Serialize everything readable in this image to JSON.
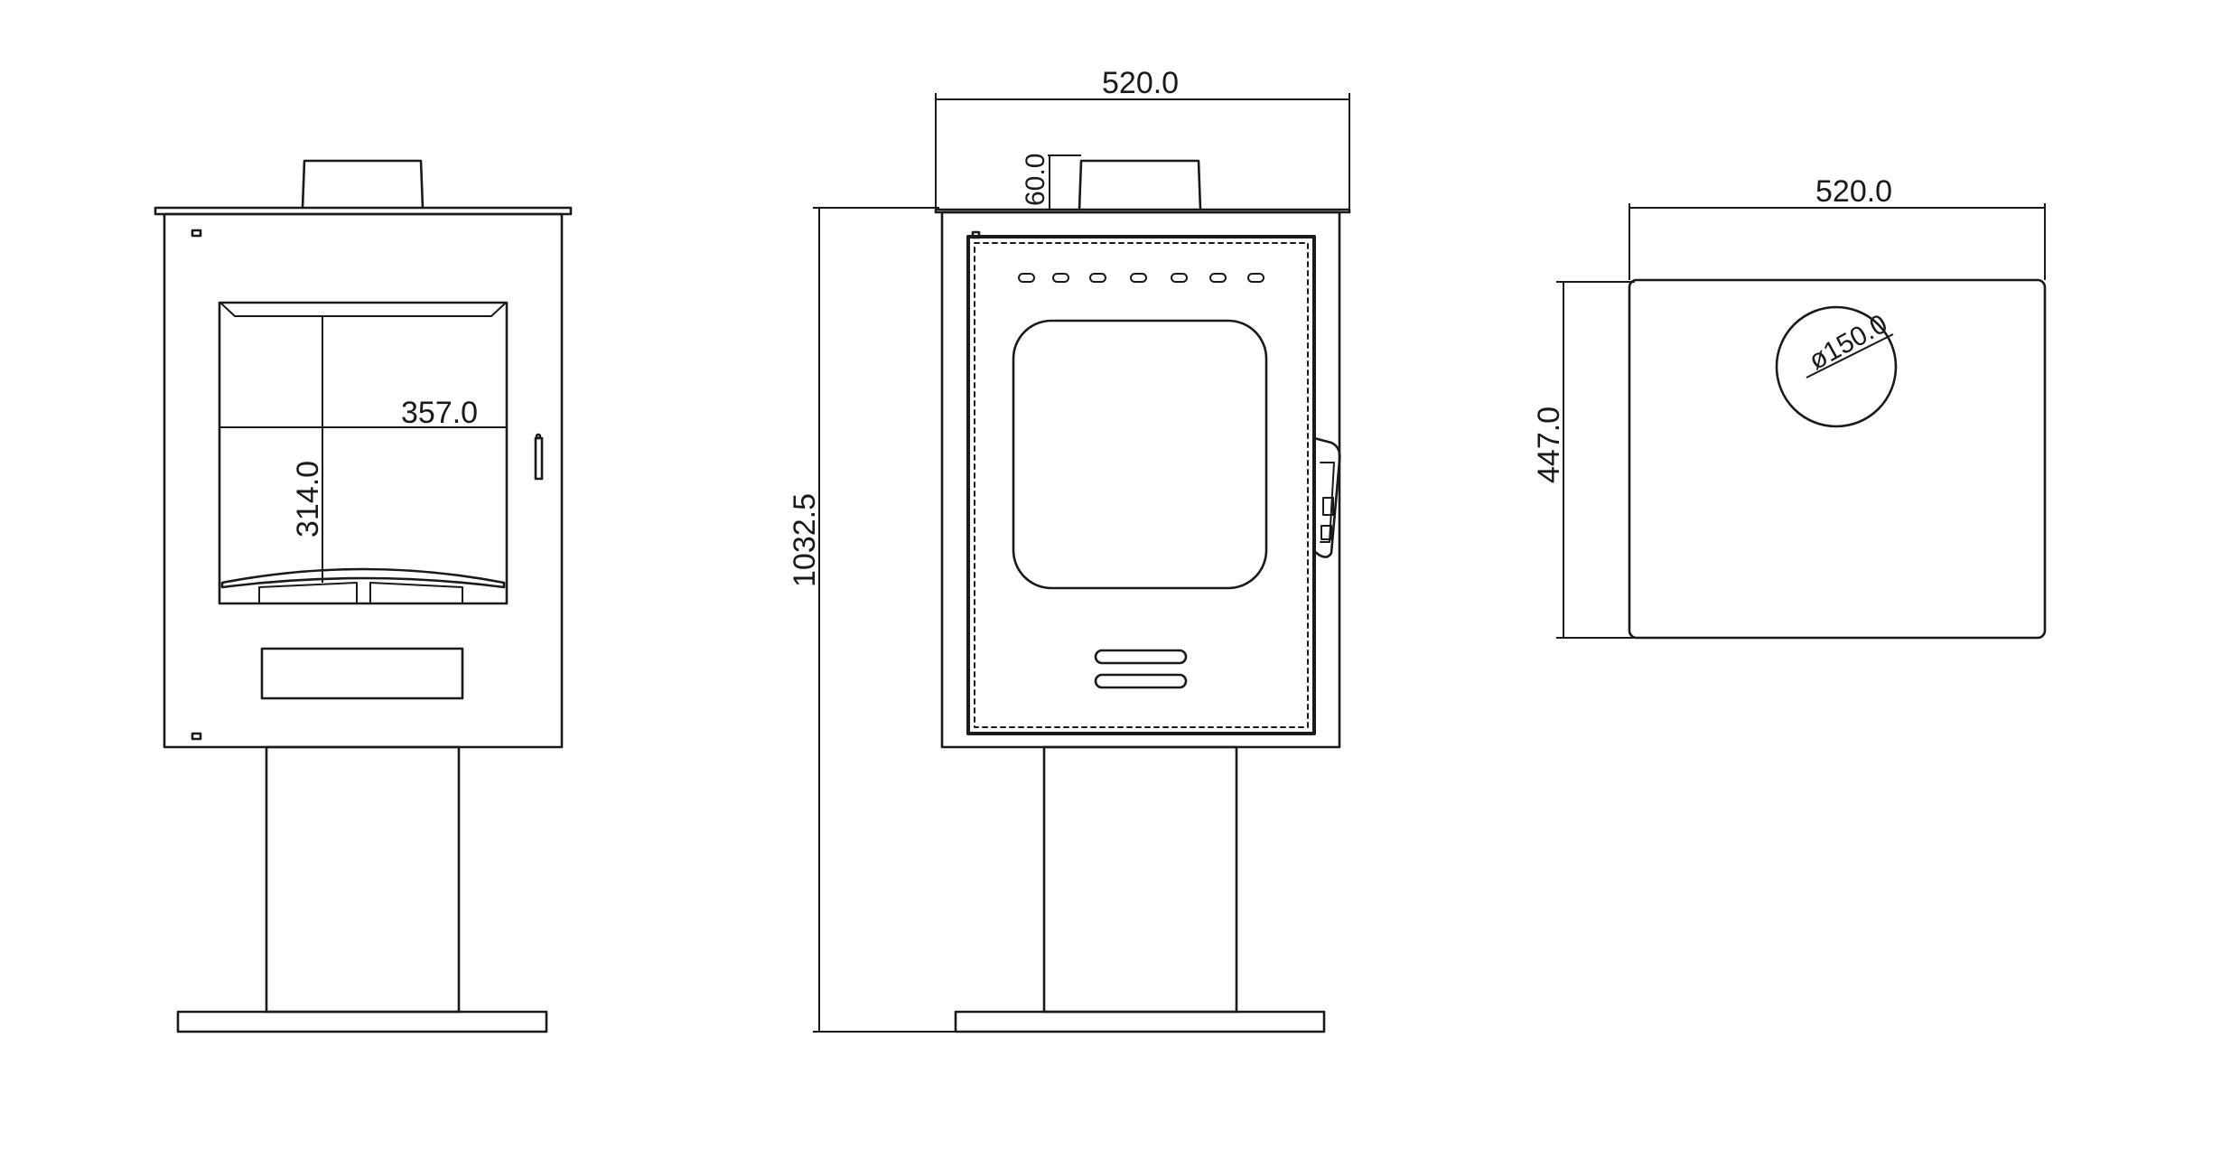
{
  "dimensions": {
    "side_width": "520.0",
    "top_width": "520.0",
    "top_depth": "447.0",
    "overall_height": "1032.5",
    "flue_collar_height": "60.0",
    "flue_diameter": "ø150.0",
    "firebox_width": "357.0",
    "firebox_height": "314.0"
  },
  "colors": {
    "line": "#1a1a1a",
    "background": "#ffffff"
  }
}
